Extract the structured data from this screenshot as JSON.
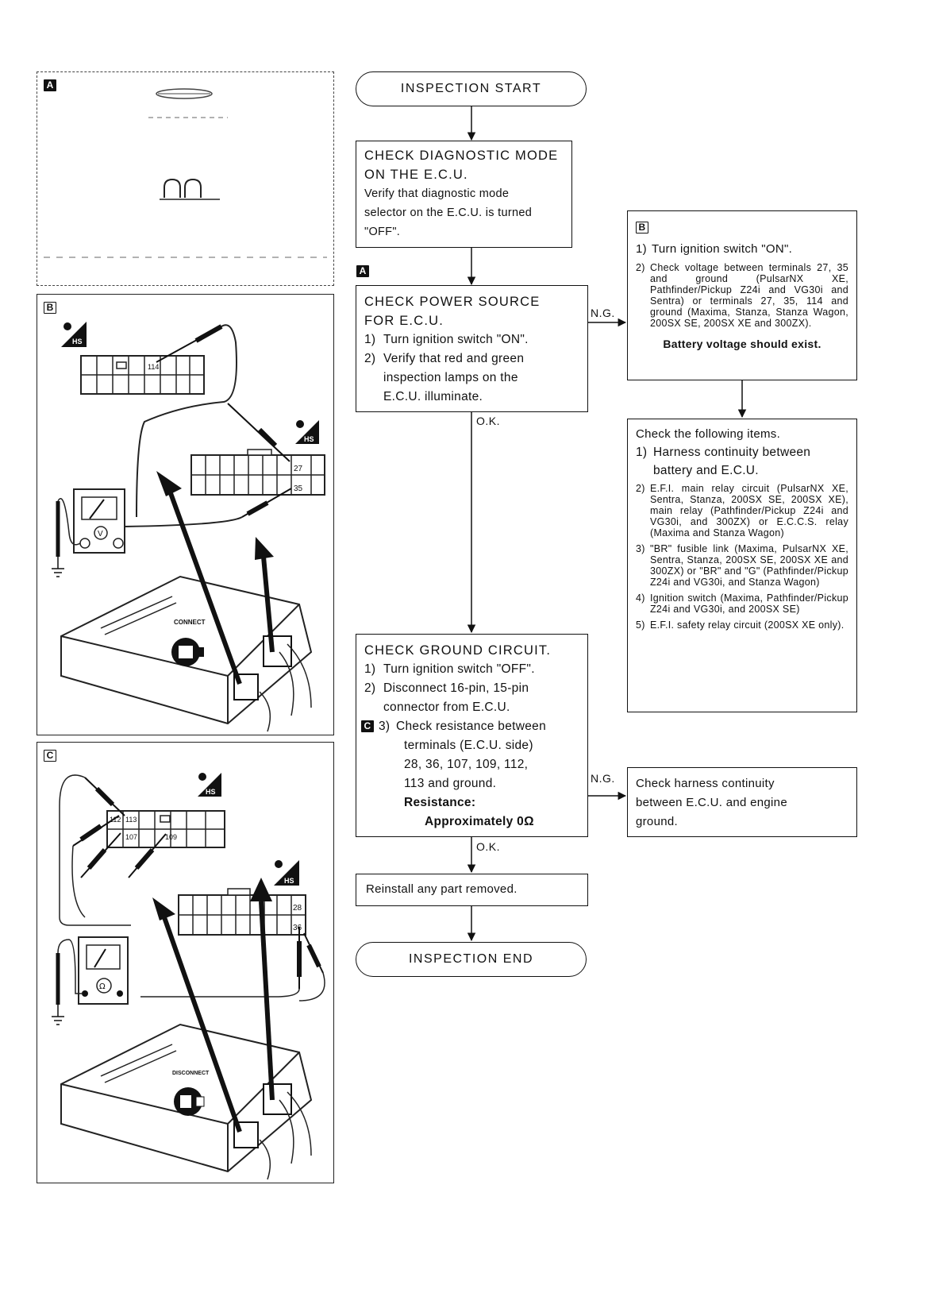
{
  "panels": {
    "a": {
      "tag": "A"
    },
    "b": {
      "tag": "B",
      "terminals": [
        "114",
        "27",
        "35"
      ],
      "ecu_label": "CONNECT",
      "connector_badge": "HS"
    },
    "c": {
      "tag": "C",
      "terminals": [
        "112",
        "113",
        "107",
        "109",
        "28",
        "36"
      ],
      "ecu_label": "DISCONNECT",
      "connector_badge": "HS"
    }
  },
  "flow": {
    "start": "INSPECTION START",
    "end": "INSPECTION END",
    "diag_mode": {
      "title_1": "CHECK DIAGNOSTIC MODE",
      "title_2": "ON THE E.C.U.",
      "body_1": "Verify that diagnostic mode",
      "body_2": "selector on the E.C.U. is turned",
      "body_3": "\"OFF\"."
    },
    "power": {
      "tag": "A",
      "title_1": "CHECK POWER SOURCE",
      "title_2": "FOR E.C.U.",
      "s1_num": "1)",
      "s1": "Turn ignition switch \"ON\".",
      "s2_num": "2)",
      "s2a": "Verify that red and green",
      "s2b": "inspection lamps on the",
      "s2c": "E.C.U. illuminate."
    },
    "battery": {
      "tag": "B",
      "s1_num": "1)",
      "s1": "Turn ignition switch \"ON\".",
      "s2_num": "2)",
      "s2": "Check voltage between terminals 27, 35 and ground (PulsarNX XE, Pathfinder/Pickup Z24i and VG30i and Sentra) or terminals 27, 35, 114 and ground (Maxima, Stanza, Stanza Wagon, 200SX SE, 200SX XE and 300ZX).",
      "result": "Battery voltage should exist."
    },
    "items": {
      "title": "Check the following items.",
      "i1_num": "1)",
      "i1a": "Harness continuity between",
      "i1b": "battery and E.C.U.",
      "i2_num": "2)",
      "i2": "E.F.I. main relay circuit (PulsarNX XE, Sentra, Stanza, 200SX SE, 200SX XE), main relay (Pathfinder/Pickup Z24i and VG30i, and 300ZX) or E.C.C.S. relay (Maxima and Stanza Wagon)",
      "i3_num": "3)",
      "i3": "\"BR\" fusible link (Maxima, PulsarNX XE, Sentra, Stanza, 200SX SE, 200SX XE and 300ZX) or \"BR\" and \"G\" (Pathfinder/Pickup Z24i and VG30i, and Stanza Wagon)",
      "i4_num": "4)",
      "i4": "Ignition switch (Maxima, Pathfinder/Pickup Z24i and VG30i, and 200SX SE)",
      "i5_num": "5)",
      "i5": "E.F.I. safety relay circuit (200SX XE only)."
    },
    "ground": {
      "title": "CHECK GROUND CIRCUIT.",
      "s1_num": "1)",
      "s1": "Turn ignition switch \"OFF\".",
      "s2_num": "2)",
      "s2a": "Disconnect 16-pin, 15-pin",
      "s2b": "connector from E.C.U.",
      "tag": "C",
      "s3_num": "3)",
      "s3a": "Check resistance between",
      "s3b": "terminals (E.C.U. side)",
      "s3c": "28, 36, 107, 109, 112,",
      "s3d": "113 and ground.",
      "res_label": "Resistance:",
      "res_value": "Approximately 0Ω"
    },
    "harness": {
      "line1": "Check harness continuity",
      "line2": "between E.C.U. and engine",
      "line3": "ground."
    },
    "reinstall": "Reinstall any part removed.",
    "ng_1": "N.G.",
    "ok_1": "O.K.",
    "ng_2": "N.G.",
    "ok_2": "O.K."
  }
}
